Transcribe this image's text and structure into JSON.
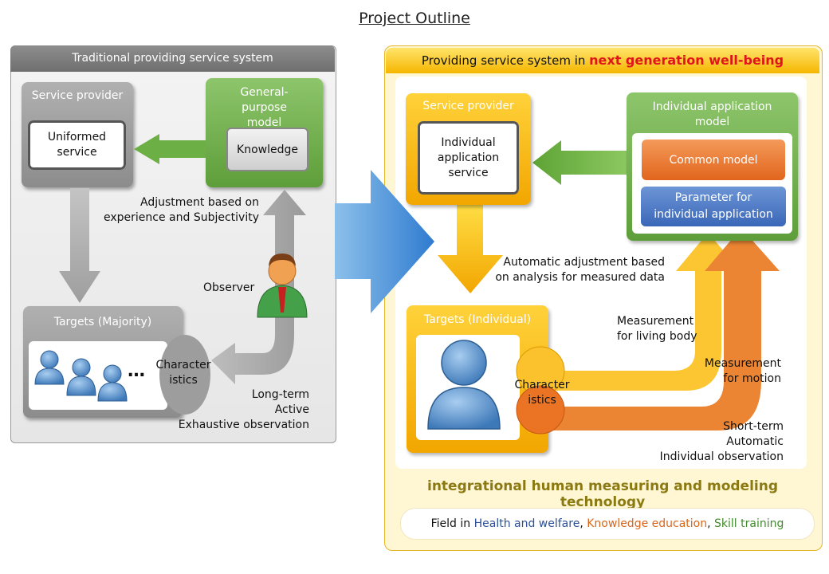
{
  "title": "Project Outline",
  "left": {
    "header": "Traditional providing service system",
    "service_provider": "Service provider",
    "uniformed_service": "Uniformed service",
    "general_model": "General-purpose model",
    "knowledge": "Knowledge",
    "adjustment": "Adjustment based on experience  and Subjectivity",
    "observer": "Observer",
    "targets": "Targets (Majority)",
    "dots": "…",
    "characteristics": "Character istics",
    "longterm": [
      "Long-term",
      "Active",
      "Exhaustive observation"
    ]
  },
  "right": {
    "header_prefix": "Providing service system in ",
    "header_highlight": "next generation well-being",
    "service_provider": "Service provider",
    "individual_service": "Individual application service",
    "app_model": "Individual application model",
    "common_model": "Common model",
    "parameter": "Parameter for individual application",
    "auto_adjustment": "Automatic adjustment based on analysis for measured data",
    "targets": "Targets (Individual)",
    "characteristics": "Character istics",
    "measure_living": "Measurement for living body",
    "measure_motion": "Measurement for motion",
    "shortterm": [
      "Short-term",
      "Automatic",
      "Individual observation"
    ],
    "integration": "integrational human measuring and modeling technology",
    "field_prefix": "Field in ",
    "field_health": "Health and welfare",
    "field_sep1": ", ",
    "field_knowledge": "Knowledge education",
    "field_sep2": ", ",
    "field_skill": "Skill training"
  },
  "colors": {
    "green": "#5e9e3a",
    "gray": "#8c8c8c",
    "yellow": "#f2a600",
    "orange": "#e1651c",
    "blue": "#3a67b8",
    "highlight_red": "#e0151b"
  }
}
